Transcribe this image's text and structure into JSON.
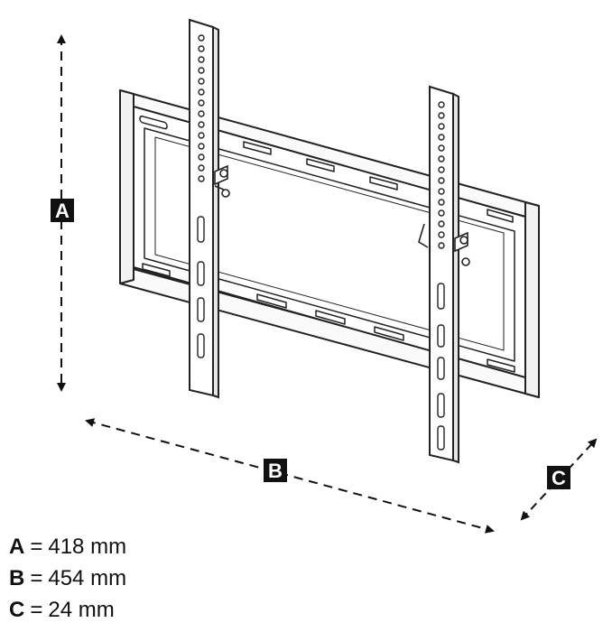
{
  "dimensions": {
    "a": {
      "label": "A",
      "value": "418 mm"
    },
    "b": {
      "label": "B",
      "value": "454 mm"
    },
    "c": {
      "label": "C",
      "value": "24 mm"
    }
  },
  "legend_equals": "="
}
